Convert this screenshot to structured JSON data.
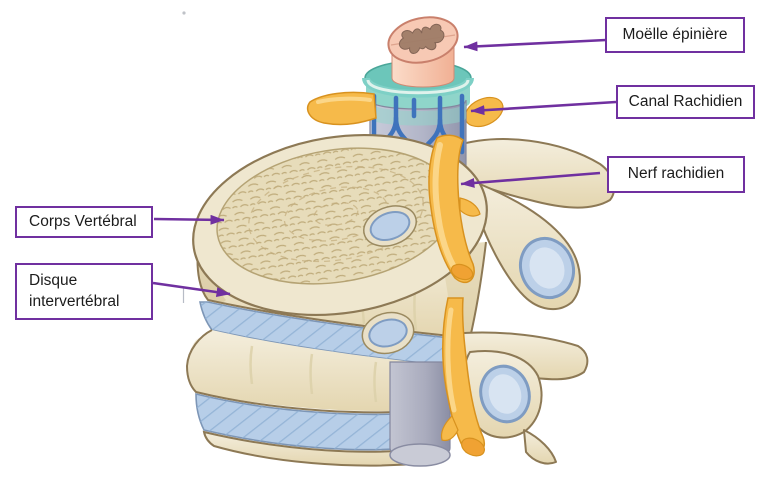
{
  "labels": [
    {
      "id": "moelle-epiniere",
      "text": "Moëlle épinière"
    },
    {
      "id": "canal-rachidien",
      "text": "Canal Rachidien"
    },
    {
      "id": "nerf-rachidien",
      "text": "Nerf rachidien"
    },
    {
      "id": "corps-vertebral",
      "text": "Corps Vertébral"
    },
    {
      "id": "disque-intervertebral",
      "text": "Disque intervertébral"
    }
  ],
  "colors": {
    "accent_purple": "#7030A0",
    "label_bg": "#FFFFFF",
    "label_text": "#1C1C1C",
    "bone_light": "#EFE7CF",
    "bone_mid": "#E7DCBA",
    "bone_outline": "#8D7955",
    "disc_blue": "#B7CEE8",
    "disc_hatch": "#8FB0D4",
    "facet_blue": "#BCD0E8",
    "facet_blue_light": "#D8E4F2",
    "nerve_yellow": "#F6BA4A",
    "nerve_cap_orange": "#F0A233",
    "nerve_outline": "#D8921F",
    "nerve_highlight": "#FCD98F",
    "cord_pink": "#F7C9B4",
    "cord_outline": "#C9806C",
    "gray_matter_brown": "#9F7D68",
    "canal_teal": "#7ED0C6",
    "canal_teal_light": "#DFF2EC",
    "dura_gray": "#B7BACB",
    "vein_blue": "#3F73BC",
    "background": "#FFFFFF"
  },
  "illustration": {
    "description": "Two vertebrae with intervertebral discs, spinal cord, dural tube in the spinal canal and spinal nerve roots",
    "parts": [
      "spinal-cord",
      "spinal-canal-dural-tube",
      "spinal-nerve-roots",
      "vertebral-body-upper",
      "vertebral-body-lower",
      "intervertebral-disc-upper",
      "intervertebral-disc-lower",
      "articular-facets",
      "transverse-and-spinous-processes",
      "epidural-veins"
    ]
  }
}
